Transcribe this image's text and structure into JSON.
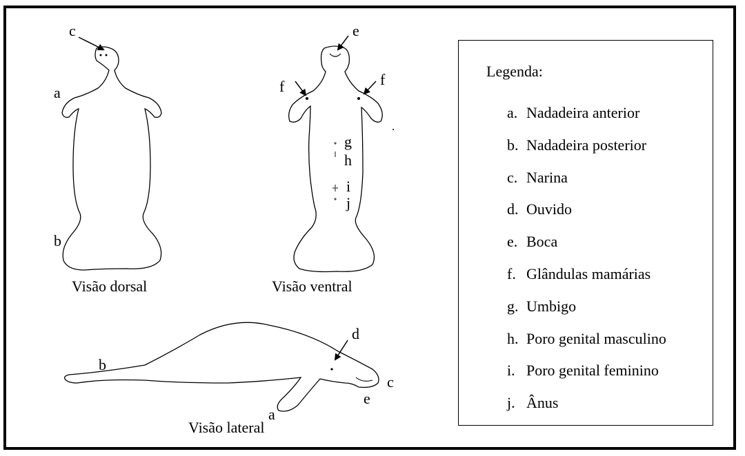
{
  "views": {
    "dorsal": "Visão dorsal",
    "ventral": "Visão ventral",
    "lateral": "Visão lateral"
  },
  "callouts": {
    "dorsal": [
      "c",
      "a",
      "b"
    ],
    "ventral": [
      "e",
      "f",
      "f",
      "g",
      "h",
      "i",
      "j"
    ],
    "lateral": [
      "d",
      "b",
      "c",
      "e",
      "a"
    ]
  },
  "legend": {
    "title": "Legenda:",
    "items": [
      {
        "letter": "a.",
        "text": "Nadadeira anterior"
      },
      {
        "letter": "b.",
        "text": "Nadadeira posterior"
      },
      {
        "letter": "c.",
        "text": "Narina"
      },
      {
        "letter": "d.",
        "text": "Ouvido"
      },
      {
        "letter": "e.",
        "text": "Boca"
      },
      {
        "letter": "f.",
        "text": "Glândulas mamárias"
      },
      {
        "letter": "g.",
        "text": "Umbigo"
      },
      {
        "letter": "h.",
        "text": "Poro genital masculino"
      },
      {
        "letter": "i.",
        "text": "Poro genital feminino"
      },
      {
        "letter": "j.",
        "text": "Ânus"
      }
    ]
  }
}
